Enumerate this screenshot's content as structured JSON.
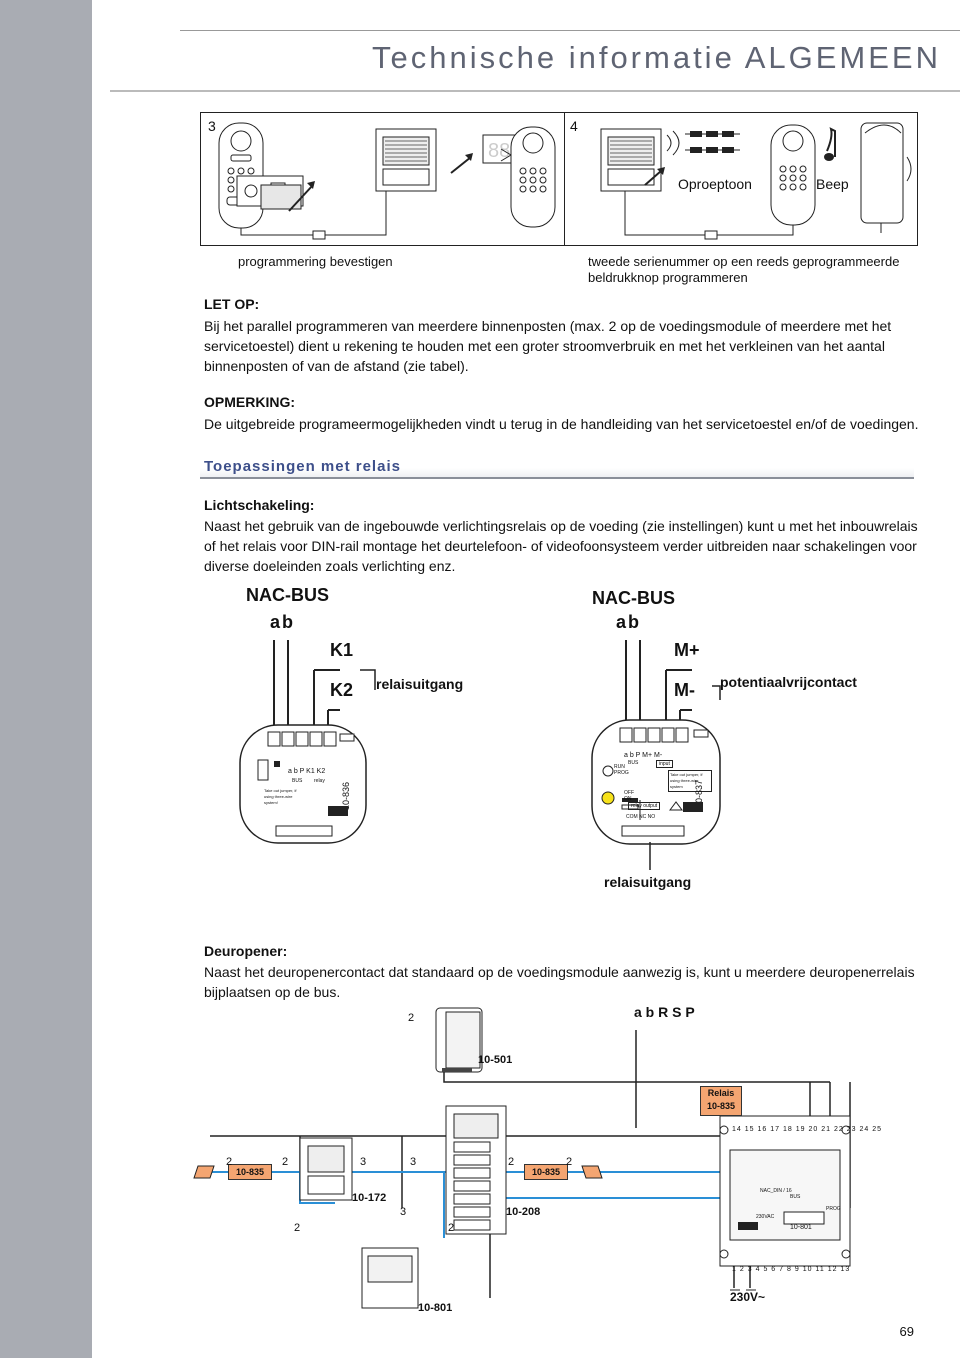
{
  "page": {
    "title": "Technische informatie ALGEMEEN",
    "number": "69"
  },
  "steps": {
    "step3": {
      "number": "3",
      "caption": "programmering bevestigen"
    },
    "step4": {
      "number": "4",
      "caption_line1": "tweede serienummer op een reeds geprogrammeerde",
      "caption_line2": "beldrukknop programmeren",
      "oproeptoon": "Oproeptoon",
      "beep": "Beep"
    }
  },
  "note": {
    "heading": "LET OP:",
    "text": "Bij het parallel programmeren van meerdere binnenposten (max. 2 op de voedingsmodule of meerdere met het servicetoestel) dient u rekening te houden met een groter stroomverbruik en met het verkleinen van het aantal binnenposten of van de afstand (zie tabel)."
  },
  "remark": {
    "heading": "OPMERKING:",
    "text": "De uitgebreide programeermogelijkheden vindt u terug in de handleiding van het servicetoestel en/of de voedingen."
  },
  "section": {
    "title": "Toepassingen met relais"
  },
  "lighting": {
    "heading": "Lichtschakeling:",
    "text": "Naast het gebruik van de ingebouwde verlichtingsrelais op de voeding (zie instellingen) kunt u met het inbouwrelais of het relais voor DIN-rail montage het deurtelefoon- of videofoonsysteem verder uitbreiden naar schakelingen voor diverse doeleinden zoals verlichting enz."
  },
  "diagram_left": {
    "bus": "NAC-BUS",
    "ab": "ab",
    "k1": "K1",
    "k2": "K2",
    "output": "relaisuitgang",
    "module": "10-836",
    "terminals": "a   b   P   K1  K2",
    "bus_small": "BUS",
    "relay_small": "relay",
    "jumper_note": "Take out jumper, if using three-wire system!"
  },
  "diagram_right": {
    "bus": "NAC-BUS",
    "ab": "ab",
    "mplus": "M+",
    "mminus": "M-",
    "output": "potentiaalvrijcontact",
    "bottom_label": "relaisuitgang",
    "module": "10-837",
    "terminals": "a   b   P   M+  M-",
    "bus_small": "BUS",
    "input_small": "input",
    "run": "RUN",
    "prog": "PROG",
    "off": "OFF",
    "on": "ON",
    "relay_output": "relay output",
    "com_nc_no": "COM   NC   NO",
    "jumper_note": "Take out jumper, if using three-wire system"
  },
  "door": {
    "heading": "Deuropener:",
    "text": "Naast het deuropenercontact dat standaard op de voedingsmodule aanwezig is, kunt u meerdere deuropenerrelais bijplaatsen op de bus."
  },
  "wiring": {
    "abrsp": "a b R S P",
    "relais": "Relais",
    "relais_code": "10-835",
    "code_501": "10-501",
    "code_835_left": "10-835",
    "code_835_right": "10-835",
    "code_172": "10-172",
    "code_208": "10-208",
    "code_801": "10-801",
    "code_801_box": "10-801",
    "voltage": "230V~",
    "wire_top": "2",
    "wires_left": [
      "2",
      "2",
      "3",
      "3",
      "2",
      "2"
    ],
    "wire_172_bottom": "2",
    "wire_208_left": "3",
    "wire_208_bottom": "2",
    "top_terminals": [
      "14",
      "15",
      "16",
      "17",
      "18",
      "19",
      "20",
      "21",
      "22",
      "23",
      "24",
      "25"
    ],
    "bottom_terminals": [
      "1",
      "2",
      "3",
      "4",
      "5",
      "6",
      "7",
      "8",
      "9",
      "10",
      "11",
      "12",
      "13"
    ],
    "nac_label": "NAC_DIN / 16",
    "prog": "PROG",
    "v230": "230VAC",
    "bus_small": "BUS"
  },
  "colors": {
    "sidebar": "#a9acb3",
    "title": "#5f6473",
    "section_title": "#3d4f8a",
    "wire_blue": "#2a8fd6",
    "relay_orange": "#f4a571",
    "led_yellow": "#f7e21b"
  }
}
